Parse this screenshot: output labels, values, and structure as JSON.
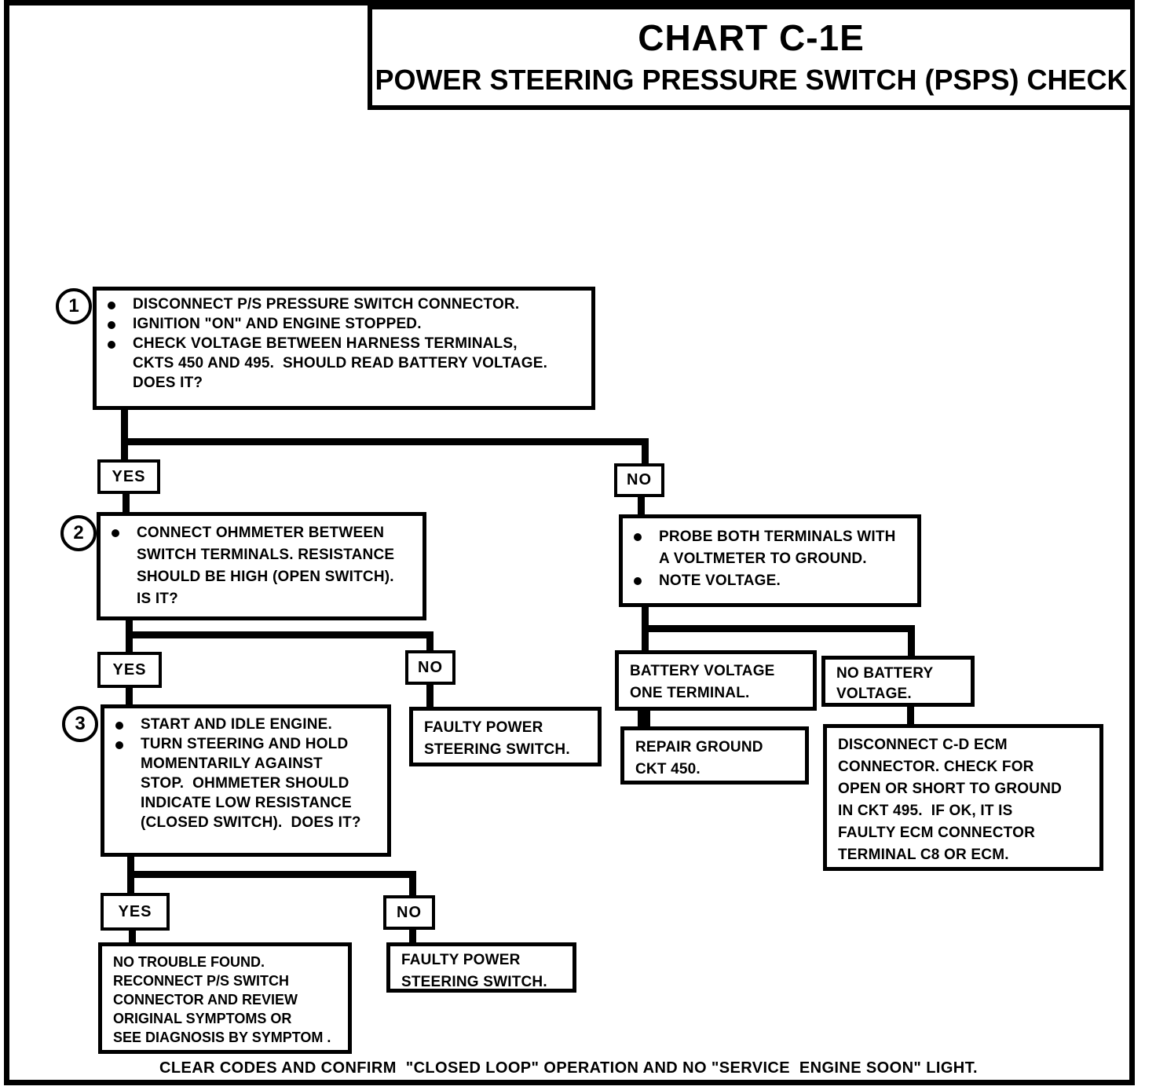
{
  "title": {
    "line1": "CHART C-1E",
    "line2": "POWER STEERING PRESSURE SWITCH (PSPS) CHECK"
  },
  "labels": {
    "yes": "YES",
    "no": "NO"
  },
  "steps": {
    "s1": {
      "number": "1",
      "bullets": [
        [
          "DISCONNECT P/S PRESSURE SWITCH CONNECTOR."
        ],
        [
          "IGNITION \"ON\" AND ENGINE STOPPED."
        ],
        [
          "CHECK VOLTAGE BETWEEN HARNESS TERMINALS,",
          "CKTS 450 AND 495.  SHOULD READ BATTERY VOLTAGE.",
          "DOES IT?"
        ]
      ]
    },
    "s2": {
      "number": "2",
      "bullets": [
        [
          "CONNECT OHMMETER BETWEEN",
          "SWITCH TERMINALS. RESISTANCE",
          "SHOULD BE HIGH (OPEN SWITCH).",
          "IS IT?"
        ]
      ]
    },
    "s3": {
      "number": "3",
      "bullets": [
        [
          "START AND IDLE ENGINE."
        ],
        [
          "TURN STEERING AND HOLD",
          "MOMENTARILY AGAINST",
          "STOP.  OHMMETER SHOULD",
          "INDICATE LOW RESISTANCE",
          "(CLOSED SWITCH).  DOES IT?"
        ]
      ]
    }
  },
  "probe": {
    "bullets": [
      [
        "PROBE BOTH TERMINALS WITH",
        "A VOLTMETER TO GROUND."
      ],
      [
        "NOTE VOLTAGE."
      ]
    ]
  },
  "faulty_switch_mid": {
    "lines": [
      "FAULTY POWER",
      "STEERING SWITCH."
    ]
  },
  "battery_one": {
    "lines": [
      "BATTERY VOLTAGE",
      "ONE TERMINAL."
    ]
  },
  "no_battery": {
    "lines": [
      "NO BATTERY",
      "VOLTAGE."
    ]
  },
  "repair_ground": {
    "lines": [
      "REPAIR GROUND",
      "CKT 450."
    ]
  },
  "ecm": {
    "lines": [
      "DISCONNECT C-D ECM",
      "CONNECTOR. CHECK FOR",
      "OPEN OR SHORT TO GROUND",
      "IN CKT 495.  IF OK, IT IS",
      "FAULTY ECM CONNECTOR",
      "TERMINAL C8 OR ECM."
    ]
  },
  "no_trouble": {
    "lines": [
      "NO TROUBLE FOUND.",
      "RECONNECT P/S SWITCH",
      "CONNECTOR AND REVIEW",
      "ORIGINAL SYMPTOMS OR",
      "SEE DIAGNOSIS BY SYMPTOM ."
    ]
  },
  "faulty_switch_bottom": {
    "lines": [
      "FAULTY POWER",
      "STEERING SWITCH."
    ]
  },
  "footer": "CLEAR CODES AND CONFIRM  \"CLOSED LOOP\" OPERATION AND NO \"SERVICE  ENGINE SOON\" LIGHT."
}
